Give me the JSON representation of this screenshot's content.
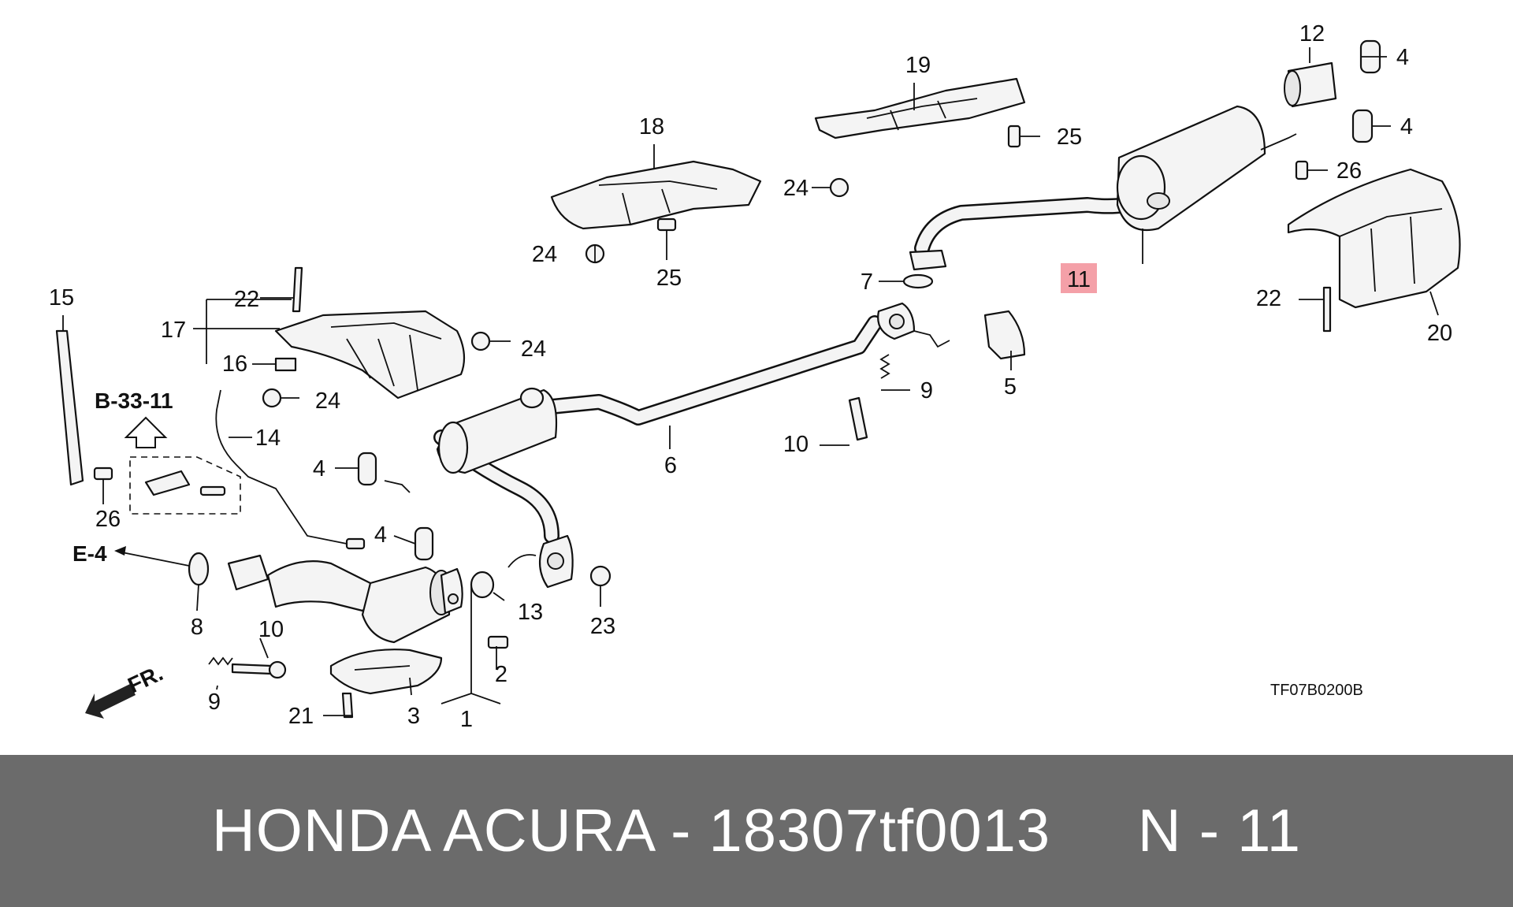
{
  "diagram": {
    "part_labels": {
      "p1": "1",
      "p2": "2",
      "p3": "3",
      "p4a": "4",
      "p4b": "4",
      "p4c": "4",
      "p4d": "4",
      "p5": "5",
      "p6": "6",
      "p7": "7",
      "p8": "8",
      "p9a": "9",
      "p9b": "9",
      "p10a": "10",
      "p10b": "10",
      "p11": "11",
      "p12": "12",
      "p13": "13",
      "p14": "14",
      "p15": "15",
      "p16": "16",
      "p17": "17",
      "p18": "18",
      "p19": "19",
      "p20": "20",
      "p21": "21",
      "p22a": "22",
      "p22b": "22",
      "p23": "23",
      "p24a": "24",
      "p24b": "24",
      "p24c": "24",
      "p24d": "24",
      "p25a": "25",
      "p25b": "25",
      "p26a": "26",
      "p26b": "26"
    },
    "ref_b": "B-33-11",
    "ref_e": "E-4",
    "front_label": "FR.",
    "diagram_code": "TF07B0200B",
    "highlight_color": "#f4a0a8"
  },
  "footer": {
    "brand": "HONDA ACURA",
    "separator": " - ",
    "part_number": "18307tf0013",
    "gap": "     ",
    "item": "N - 11"
  }
}
